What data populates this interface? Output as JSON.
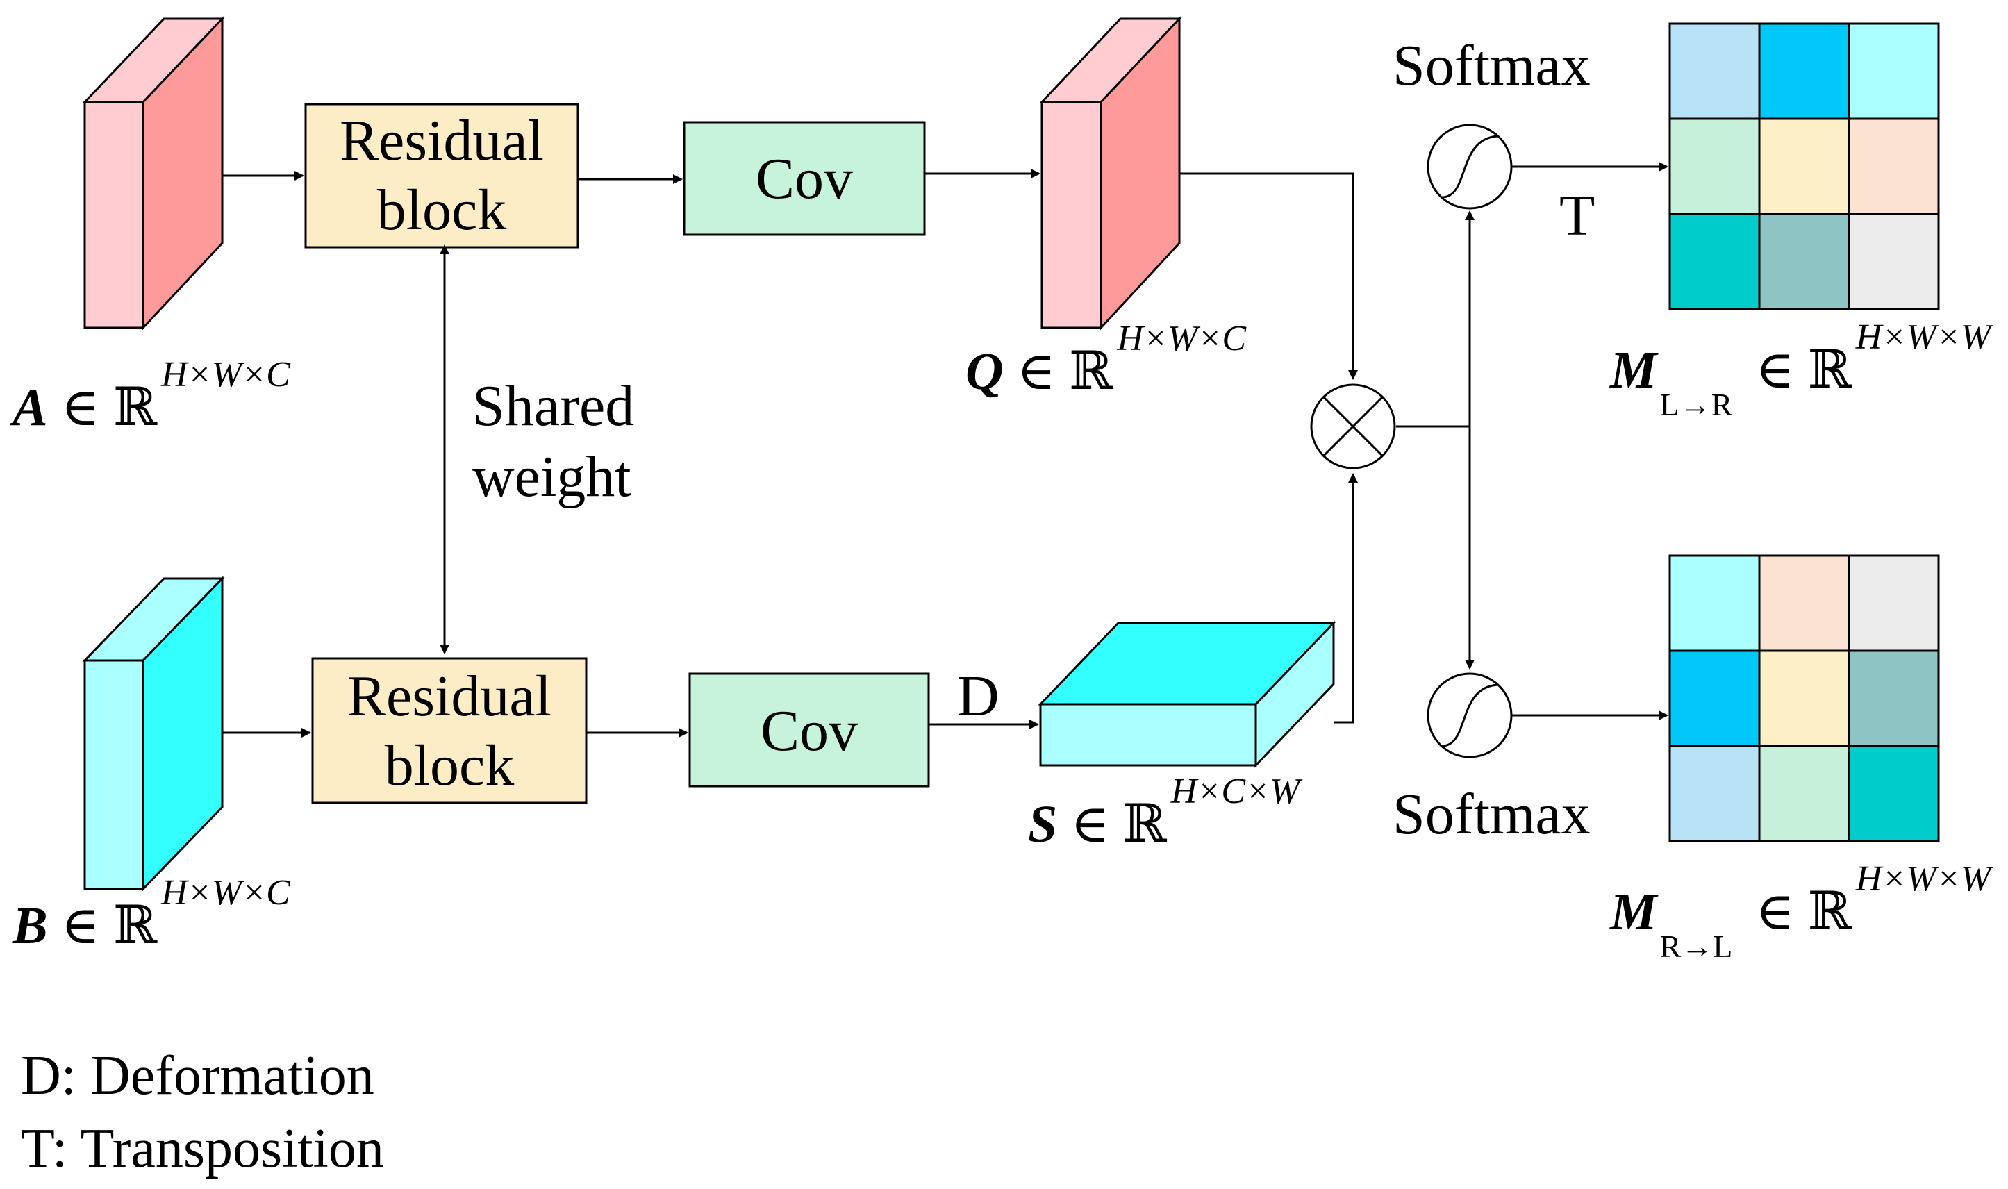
{
  "blocks": {
    "residual_top": {
      "line1": "Residual",
      "line2": "block"
    },
    "residual_bottom": {
      "line1": "Residual",
      "line2": "block"
    },
    "conv_top": "Cov",
    "conv_bottom": "Cov"
  },
  "labels": {
    "shared_line1": "Shared",
    "shared_line2": "weight",
    "softmax_top": "Softmax",
    "softmax_bottom": "Softmax",
    "t_mark": "T",
    "d_mark": "D"
  },
  "tensors": {
    "A": {
      "symbol": "A",
      "in": " ∈ ℝ",
      "dims": "H×W×C"
    },
    "B": {
      "symbol": "B",
      "in": " ∈ ℝ",
      "dims": "H×W×C"
    },
    "Q": {
      "symbol": "Q",
      "in": " ∈ ℝ",
      "dims": "H×W×C"
    },
    "S": {
      "symbol": "S",
      "in": " ∈ ℝ",
      "dims": "H×C×W"
    },
    "M_LR": {
      "symbol": "M",
      "sub": "L→R",
      "in": " ∈ ℝ",
      "dims": "H×W×W"
    },
    "M_RL": {
      "symbol": "M",
      "sub": "R→L",
      "in": " ∈ ℝ",
      "dims": "H×W×W"
    }
  },
  "legend": {
    "d": "D: Deformation",
    "t": "T: Transposition"
  },
  "colors": {
    "pink_front": "#ffccd2",
    "pink_side": "#ff9a9a",
    "cyan_light": "#aaffff",
    "cyan_strong": "#33ffff",
    "block_fill": "#fdedc6",
    "conv_fill": "#c6f3da"
  },
  "matrices": {
    "M_LR_cells": [
      "#b8e3f7",
      "#00c8f8",
      "#aaffff",
      "#c6f0da",
      "#fdf0c6",
      "#fce2d0",
      "#00cccc",
      "#8fc4c4",
      "#ececec"
    ],
    "M_RL_cells": [
      "#aaffff",
      "#fce2d0",
      "#ececec",
      "#00c8f8",
      "#fdf0c6",
      "#8fc4c4",
      "#b8e3f7",
      "#c6f0da",
      "#00cccc"
    ]
  }
}
